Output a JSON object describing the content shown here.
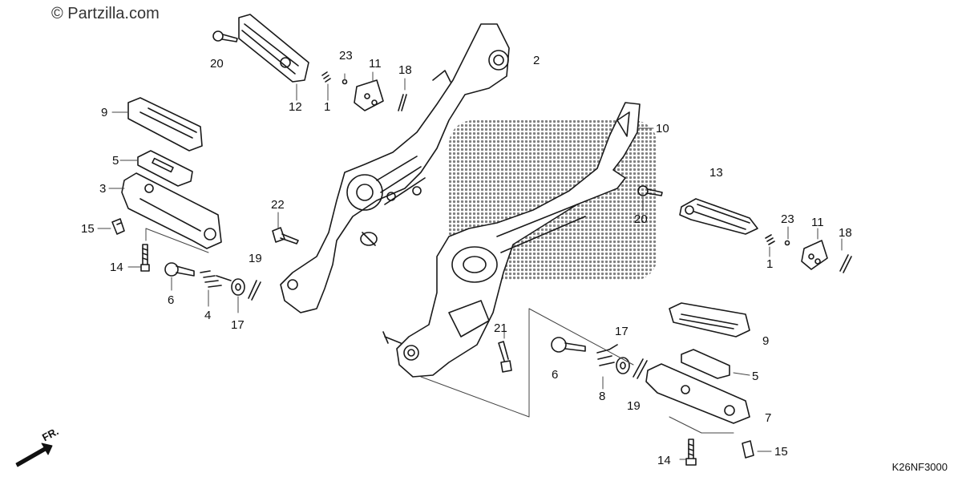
{
  "watermark": "© Partzilla.com",
  "diagram_code": "K26NF3000",
  "direction_label": "FR.",
  "callouts": [
    "20",
    "23",
    "11",
    "18",
    "2",
    "12",
    "1",
    "9",
    "5",
    "3",
    "10",
    "13",
    "20",
    "23",
    "11",
    "18",
    "22",
    "15",
    "19",
    "14",
    "6",
    "4",
    "17",
    "1",
    "21",
    "17",
    "9",
    "6",
    "8",
    "19",
    "5",
    "7",
    "14",
    "15"
  ]
}
